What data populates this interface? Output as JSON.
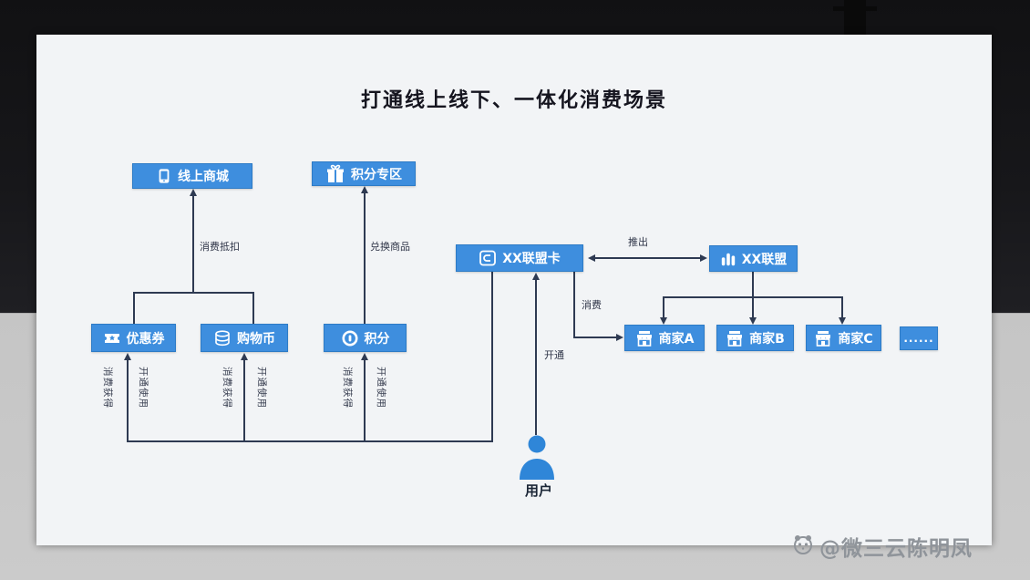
{
  "title": "打通线上线下、一体化消费场景",
  "nodes": {
    "online_mall": {
      "label": "线上商城",
      "icon": "tablet-icon"
    },
    "points_zone": {
      "label": "积分专区",
      "icon": "gift-icon"
    },
    "alliance_card": {
      "label": "XX联盟卡",
      "icon": "card-icon"
    },
    "alliance": {
      "label": "XX联盟",
      "icon": "bar-chart-icon"
    },
    "coupon": {
      "label": "优惠券",
      "icon": "ticket-icon"
    },
    "shopping_coin": {
      "label": "购物币",
      "icon": "coins-icon"
    },
    "points": {
      "label": "积分",
      "icon": "ring-icon"
    },
    "merchant_a": {
      "label": "商家A",
      "icon": "shop-icon"
    },
    "merchant_b": {
      "label": "商家B",
      "icon": "shop-icon"
    },
    "merchant_c": {
      "label": "商家C",
      "icon": "shop-icon"
    },
    "merchant_more": {
      "label": "......"
    },
    "user": {
      "label": "用户",
      "icon": "person-icon"
    }
  },
  "edge_labels": {
    "deduct": "消费抵扣",
    "exchange": "兑换商品",
    "launch": "推出",
    "consume": "消费",
    "activate": "开通",
    "earn": "消费获得",
    "use": "开通使用"
  },
  "watermark": {
    "text": "@微三云陈明凤",
    "icon": "panda-logo-icon"
  },
  "colors": {
    "node_blue": "#3E8EDE",
    "line": "#2E3A52",
    "slide_bg": "#F2F4F6",
    "user_blue": "#2F86D8",
    "watermark_gray": "#8F949A"
  }
}
